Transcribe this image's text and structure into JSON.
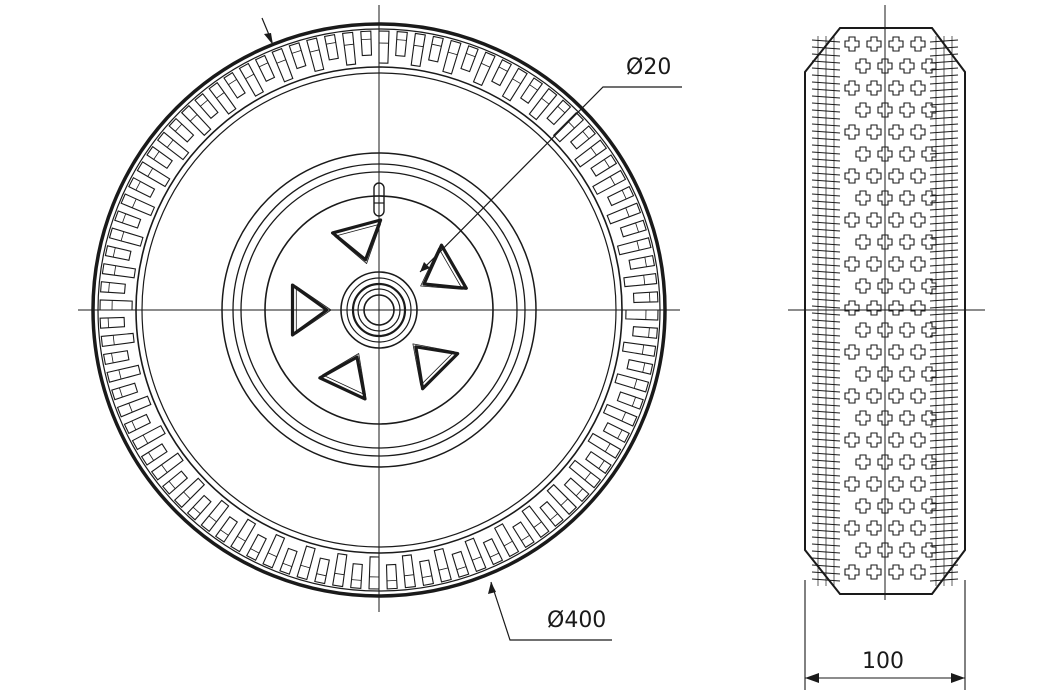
{
  "drawing": {
    "dimensions": {
      "hub_diameter": "Ø20",
      "wheel_diameter": "Ø400",
      "tire_width": "100"
    },
    "colors": {
      "line": "#1a1a1a",
      "background": "#ffffff"
    },
    "views": [
      "front-view",
      "side-view"
    ]
  }
}
